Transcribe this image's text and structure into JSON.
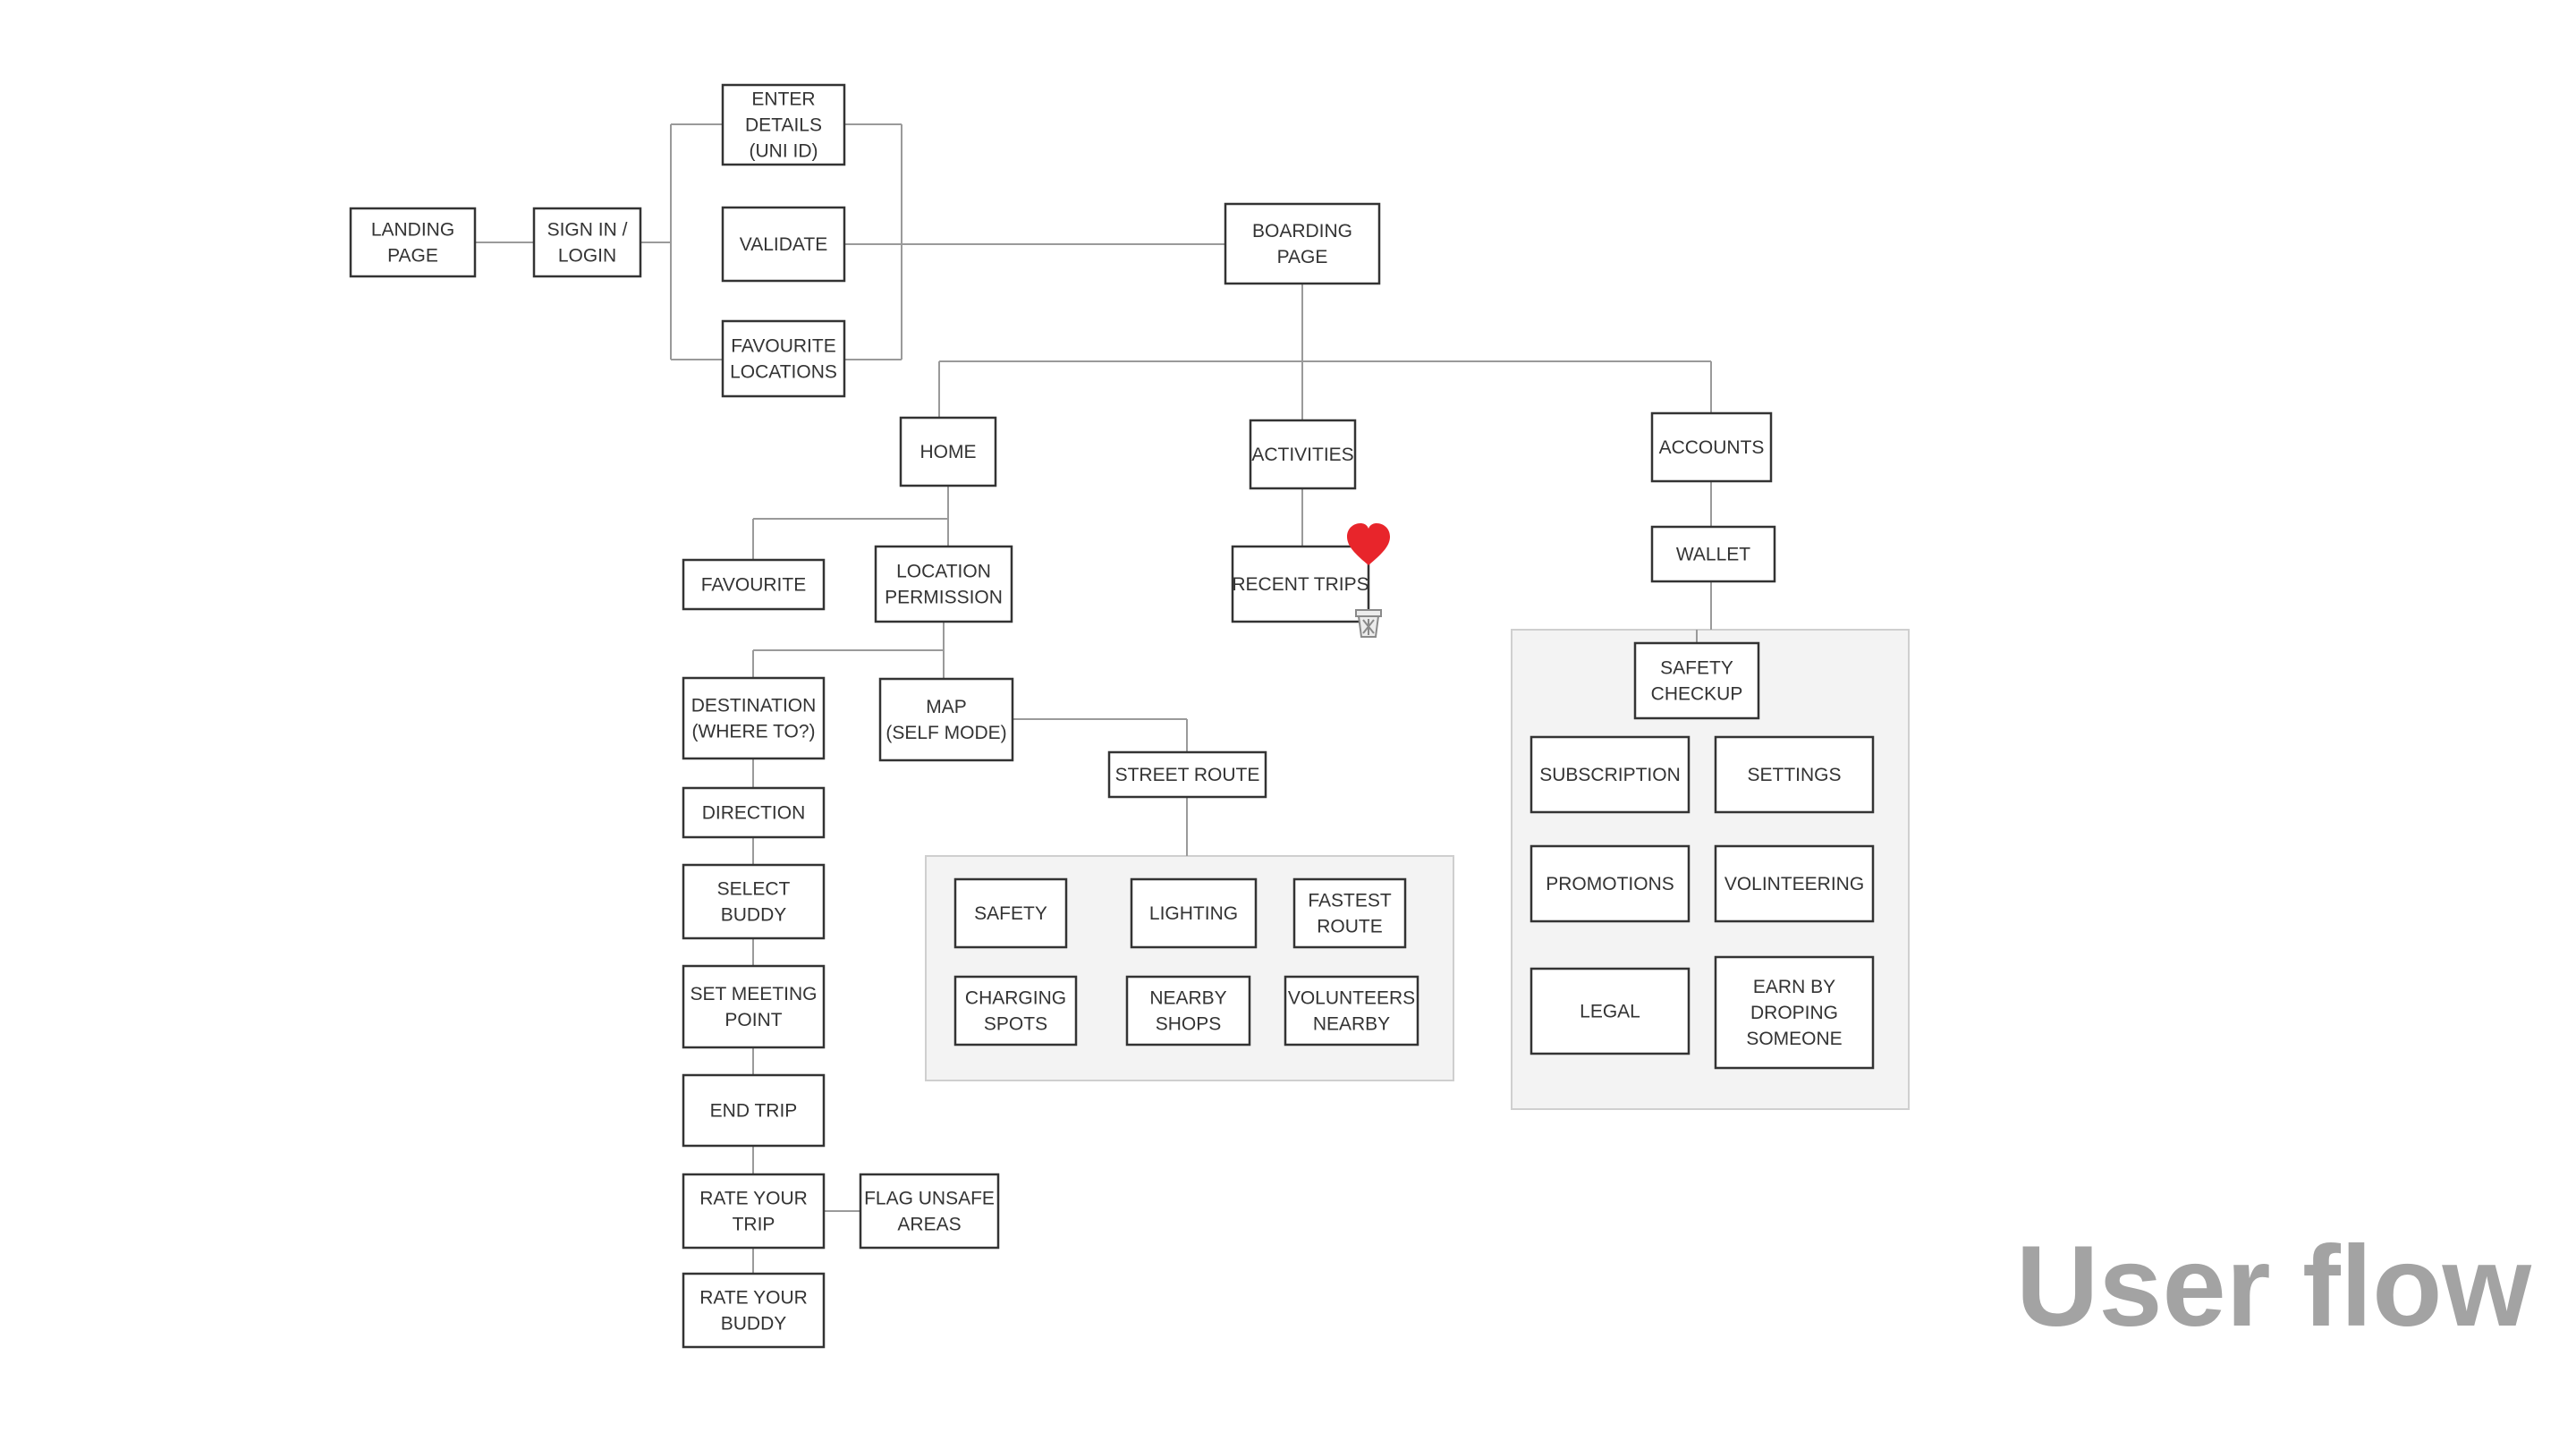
{
  "title": "User flow",
  "nodes": {
    "landing": [
      "LANDING",
      "PAGE"
    ],
    "signin": [
      "SIGN IN /",
      "LOGIN"
    ],
    "enter_details": [
      "ENTER",
      "DETAILS",
      "(UNI ID)"
    ],
    "validate": [
      "VALIDATE"
    ],
    "favourite_locations": [
      "FAVOURITE",
      "LOCATIONS"
    ],
    "boarding": [
      "BOARDING",
      "PAGE"
    ],
    "home": [
      "HOME"
    ],
    "activities": [
      "ACTIVITIES"
    ],
    "accounts": [
      "ACCOUNTS"
    ],
    "favourite": [
      "FAVOURITE"
    ],
    "location_permission": [
      "LOCATION",
      "PERMISSION"
    ],
    "recent_trips": [
      "RECENT TRIPS"
    ],
    "wallet": [
      "WALLET"
    ],
    "destination": [
      "DESTINATION",
      "(WHERE TO?)"
    ],
    "map": [
      "MAP",
      "(SELF MODE)"
    ],
    "street_route": [
      "STREET ROUTE"
    ],
    "direction": [
      "DIRECTION"
    ],
    "select_buddy": [
      "SELECT",
      "BUDDY"
    ],
    "set_meeting_point": [
      "SET MEETING",
      "POINT"
    ],
    "end_trip": [
      "END TRIP"
    ],
    "rate_trip": [
      "RATE YOUR",
      "TRIP"
    ],
    "flag_unsafe": [
      "FLAG UNSAFE",
      "AREAS"
    ],
    "rate_buddy": [
      "RATE YOUR",
      "BUDDY"
    ],
    "safety": [
      "SAFETY"
    ],
    "lighting": [
      "LIGHTING"
    ],
    "fastest_route": [
      "FASTEST",
      "ROUTE"
    ],
    "charging_spots": [
      "CHARGING",
      "SPOTS"
    ],
    "nearby_shops": [
      "NEARBY",
      "SHOPS"
    ],
    "volunteers_nearby": [
      "VOLUNTEERS",
      "NEARBY"
    ],
    "safety_checkup": [
      "SAFETY",
      "CHECKUP"
    ],
    "subscription": [
      "SUBSCRIPTION"
    ],
    "settings": [
      "SETTINGS"
    ],
    "promotions": [
      "PROMOTIONS"
    ],
    "volinteering": [
      "VOLINTEERING"
    ],
    "legal": [
      "LEGAL"
    ],
    "earn_by_droping": [
      "EARN BY",
      "DROPING",
      "SOMEONE"
    ]
  },
  "icons": {
    "heart": "heart-icon",
    "trash": "trash-icon"
  },
  "colors": {
    "heart": "#e8252b",
    "title": "#a3a3a3"
  }
}
